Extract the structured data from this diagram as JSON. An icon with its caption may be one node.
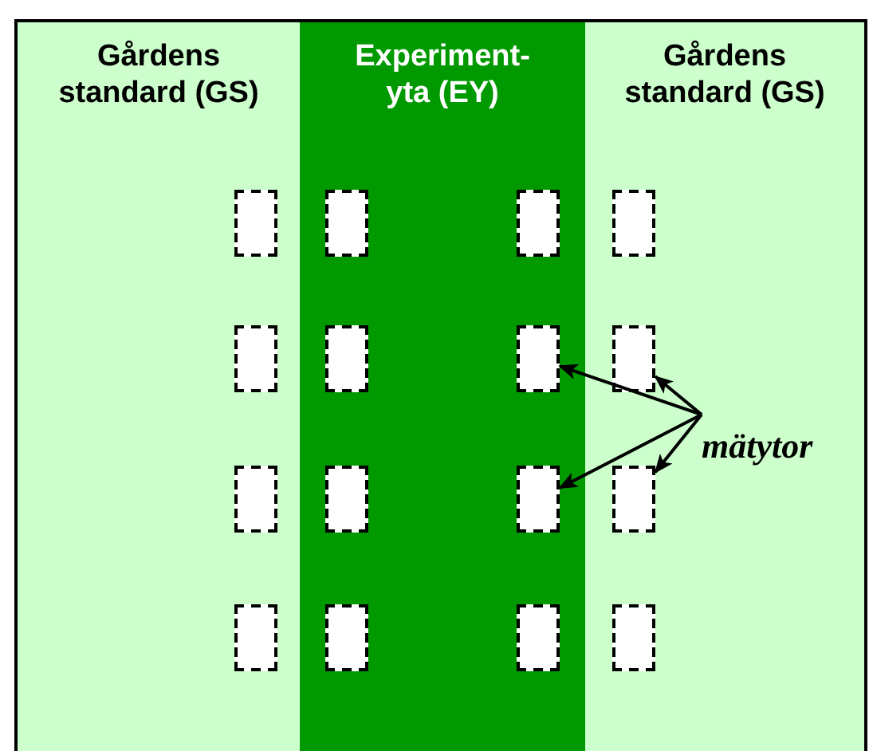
{
  "diagram": {
    "nodes": [
      {
        "text": [
          "Gårdens standard (GS)"
        ]
      },
      {
        "text": [
          "Experiment-yta (EY)"
        ]
      },
      {
        "text": [
          "Gårdens standard (GS)"
        ]
      },
      {
        "text": [],
        "shape": "box",
        "in": 0
      },
      {
        "text": [],
        "shape": "box",
        "in": 1
      },
      {
        "text": [],
        "shape": "box",
        "in": 1
      },
      {
        "text": [],
        "shape": "box",
        "in": 2
      },
      {
        "text": [],
        "shape": "box",
        "in": 0
      },
      {
        "text": [],
        "shape": "box",
        "in": 1
      },
      {
        "text": [],
        "shape": "box",
        "in": 1
      },
      {
        "text": [],
        "shape": "box",
        "in": 2
      },
      {
        "text": [],
        "shape": "box",
        "in": 0
      },
      {
        "text": [],
        "shape": "box",
        "in": 1
      },
      {
        "text": [],
        "shape": "box",
        "in": 1
      },
      {
        "text": [],
        "shape": "box",
        "in": 2
      },
      {
        "text": [],
        "shape": "box",
        "in": 0
      },
      {
        "text": [],
        "shape": "box",
        "in": 1
      },
      {
        "text": [],
        "shape": "box",
        "in": 1
      },
      {
        "text": [],
        "shape": "box",
        "in": 2
      },
      {
        "text": [
          "mätytor"
        ],
        "in": 2
      }
    ],
    "edges": [
      {
        "from": 19,
        "to": 9,
        "arrow": "to"
      },
      {
        "from": 19,
        "to": 10,
        "arrow": "to"
      },
      {
        "from": 19,
        "to": 13,
        "arrow": "to"
      },
      {
        "from": 19,
        "to": 14,
        "arrow": "to"
      }
    ]
  }
}
